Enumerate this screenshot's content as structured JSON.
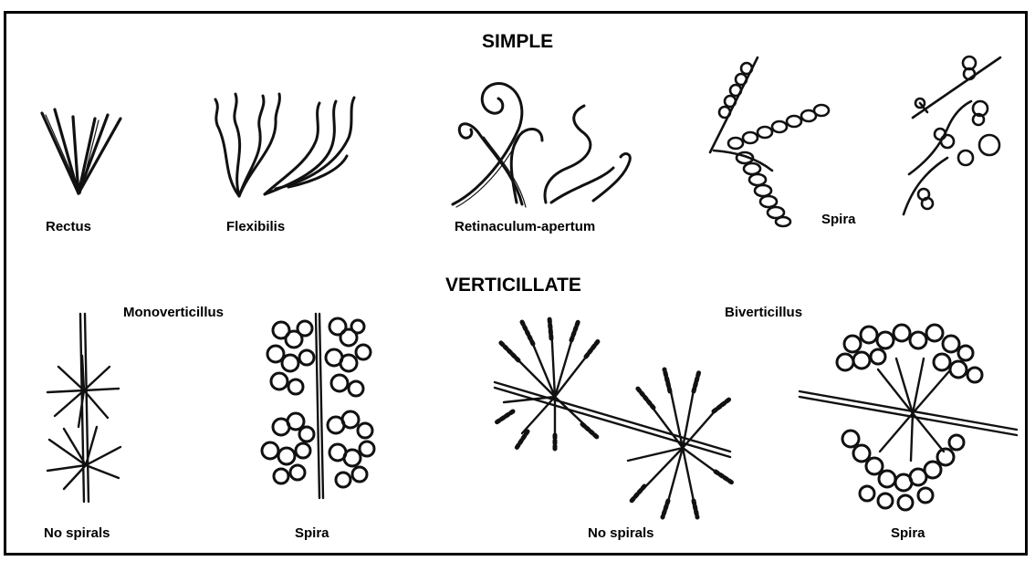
{
  "headers": {
    "simple": "SIMPLE",
    "verticillate": "VERTICILLATE"
  },
  "simple_labels": {
    "rectus": "Rectus",
    "flexibilis": "Flexibilis",
    "retinaculum_apertum": "Retinaculum-apertum",
    "spira": "Spira"
  },
  "verticillate_groups": {
    "monoverticillus": "Monoverticillus",
    "biverticillus": "Biverticillus"
  },
  "verticillate_labels": {
    "mono_no_spirals": "No spirals",
    "mono_spira": "Spira",
    "bi_no_spirals": "No spirals",
    "bi_spira": "Spira"
  },
  "colors": {
    "ink": "#111111",
    "background": "#ffffff",
    "border": "#000000"
  }
}
